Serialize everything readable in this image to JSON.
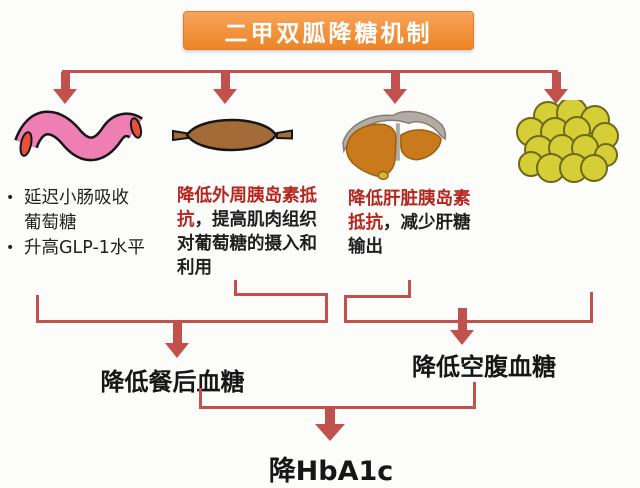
{
  "title": "二甲双胍降糖机制",
  "colors": {
    "banner_orange": "#F08C30",
    "connector_red": "#C2504C",
    "emphasis_red": "#B5261E",
    "text_dark": "#1F1F1F",
    "intestine_pink": "#EF7FB2",
    "muscle_brown": "#A26B38",
    "liver_orange": "#C87A1D",
    "fat_yellow": "#D6CE36"
  },
  "organ_icons": [
    "small-intestine-icon",
    "muscle-icon",
    "liver-icon",
    "fat-cells-icon"
  ],
  "columns": {
    "intestine": {
      "bullets": [
        "延迟小肠吸收\n葡萄糖",
        "升高GLP-1水平"
      ]
    },
    "muscle": {
      "highlight": "降低外周胰岛素抵抗",
      "rest": "，提高肌肉组织对葡萄糖的摄入和利用"
    },
    "liver": {
      "highlight": "降低肝脏胰岛素抵抗",
      "rest": "，减少肝糖输出"
    }
  },
  "outcomes": {
    "postprandial": "降低餐后血糖",
    "fasting": "降低空腹血糖",
    "final": "降HbA1c"
  }
}
